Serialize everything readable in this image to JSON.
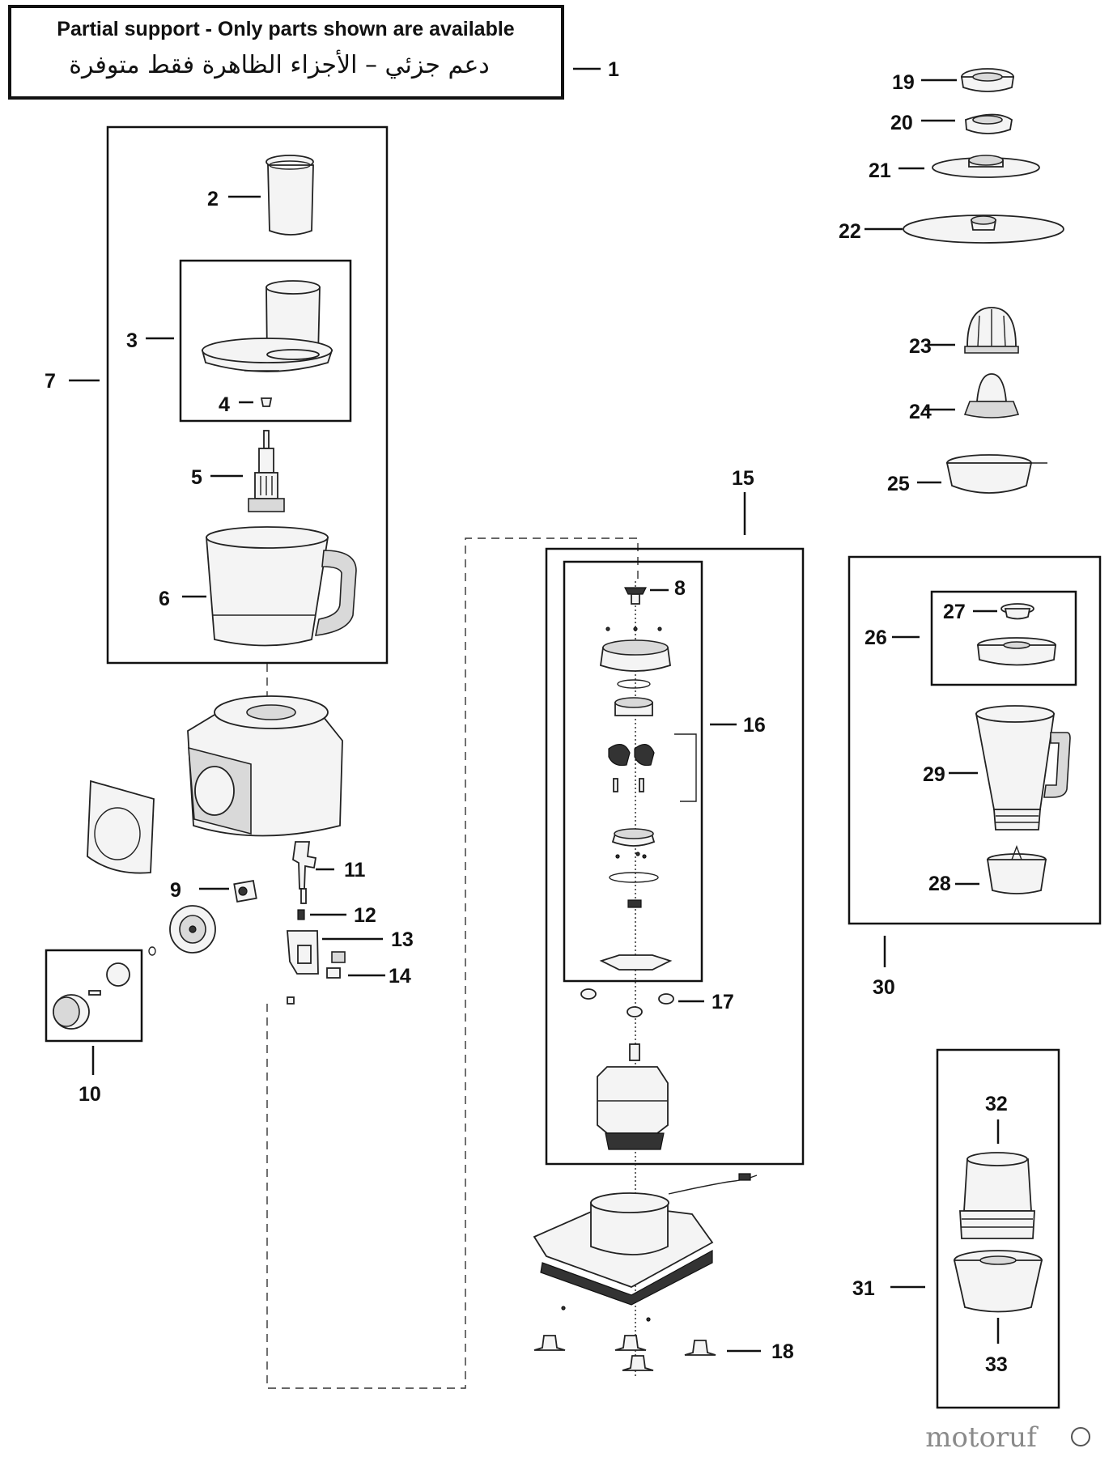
{
  "header": {
    "line_en": "Partial support - Only parts shown are available",
    "line_ar": "دعم جزئي – الأجزاء الظاهرة فقط متوفرة"
  },
  "callouts": {
    "p1": "1",
    "p2": "2",
    "p3": "3",
    "p4": "4",
    "p5": "5",
    "p6": "6",
    "p7": "7",
    "p8": "8",
    "p9": "9",
    "p10": "10",
    "p11": "11",
    "p12": "12",
    "p13": "13",
    "p14": "14",
    "p15": "15",
    "p16": "16",
    "p17": "17",
    "p18": "18",
    "p19": "19",
    "p20": "20",
    "p21": "21",
    "p22": "22",
    "p23": "23",
    "p24": "24",
    "p25": "25",
    "p26": "26",
    "p27": "27",
    "p28": "28",
    "p29": "29",
    "p30": "30",
    "p31": "31",
    "p32": "32",
    "p33": "33"
  },
  "watermark": "motoruf"
}
